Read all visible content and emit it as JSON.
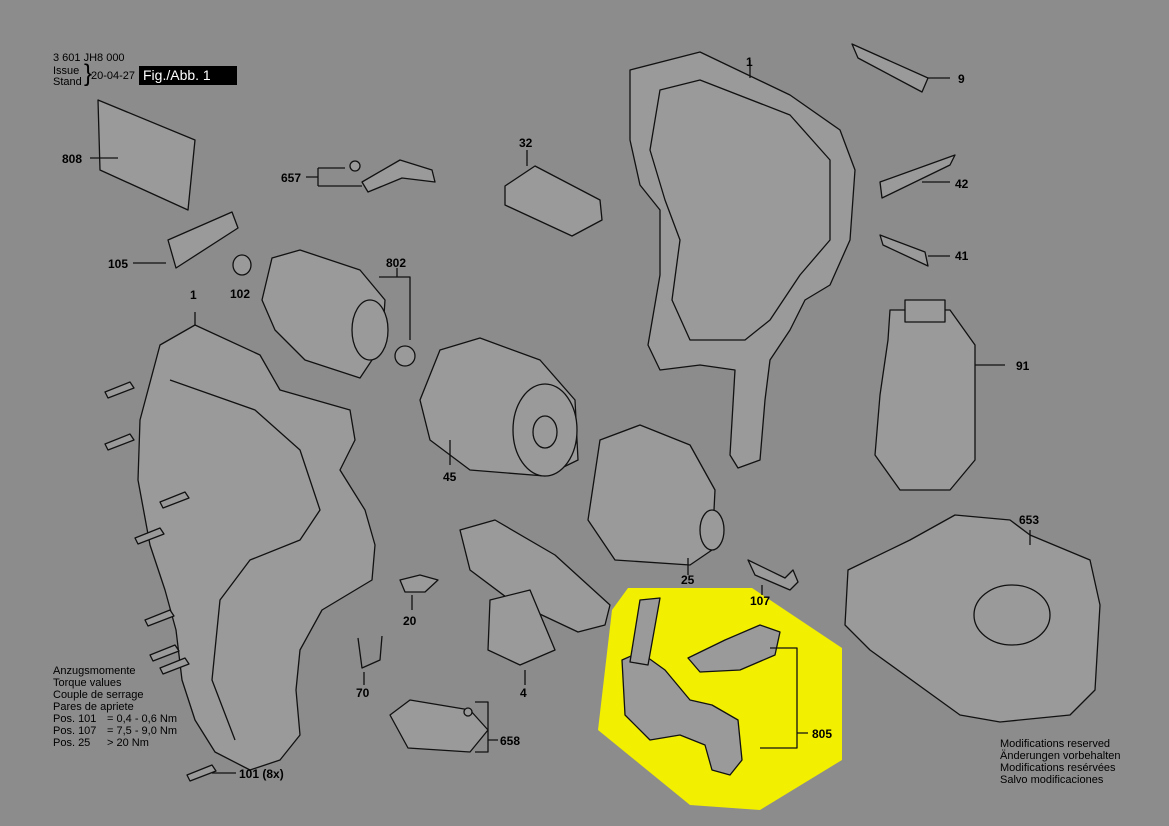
{
  "header": {
    "doc_number": "3 601 JH8 000",
    "issue_label": "Issue",
    "stand_label": "Stand",
    "date": "20-04-27",
    "fig": "Fig./Abb. 1"
  },
  "parts": {
    "p1_top": "1",
    "p9": "9",
    "p42": "42",
    "p41": "41",
    "p91": "91",
    "p808": "808",
    "p32": "32",
    "p657": "657",
    "p105": "105",
    "p102": "102",
    "p802": "802",
    "p1_left": "1",
    "p45": "45",
    "p25": "25",
    "p107": "107",
    "p653": "653",
    "p20": "20",
    "p70": "70",
    "p4": "4",
    "p658": "658",
    "p805": "805",
    "p101": "101 (8x)"
  },
  "torque": {
    "lines": [
      "Anzugsmomente",
      "Torque values",
      "Couple de serrage",
      "Pares de apriete"
    ],
    "pos101_label": "Pos. 101",
    "pos101_value": "= 0,4 - 0,6 Nm",
    "pos107_label": "Pos. 107",
    "pos107_value": "= 7,5 - 9,0 Nm",
    "pos25_label": "Pos. 25",
    "pos25_value": "> 20 Nm"
  },
  "notice": {
    "lines": [
      "Modifications reserved",
      "Änderungen vorbehalten",
      "Modifications resérvées",
      "Salvo modificaciones"
    ]
  },
  "colors": {
    "background": "#8c8c8c",
    "highlight": "#f2ef00"
  }
}
